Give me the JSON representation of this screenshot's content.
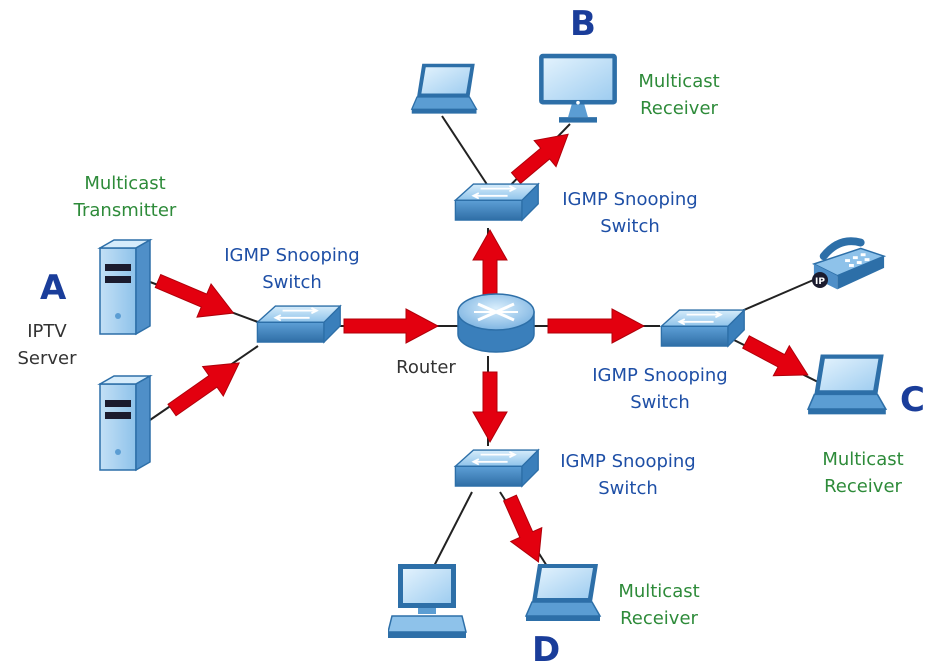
{
  "labels": {
    "a": "A",
    "b": "B",
    "c": "C",
    "d": "D",
    "iptv_line1": "IPTV",
    "iptv_line2": "Server",
    "transmitter_line1": "Multicast",
    "transmitter_line2": "Transmitter",
    "switch_line1": "IGMP Snooping",
    "switch_line2": "Switch",
    "router": "Router",
    "receiver_line1": "Multicast",
    "receiver_line2": "Receiver"
  },
  "colors": {
    "arrow": "#e3000f",
    "device": "#8ec2ea",
    "device_dark": "#2d6fa8",
    "link": "#222222",
    "switch_text": "#1e4fa6",
    "multicast_text": "#2e8b3a",
    "letter": "#1a3d9a"
  }
}
